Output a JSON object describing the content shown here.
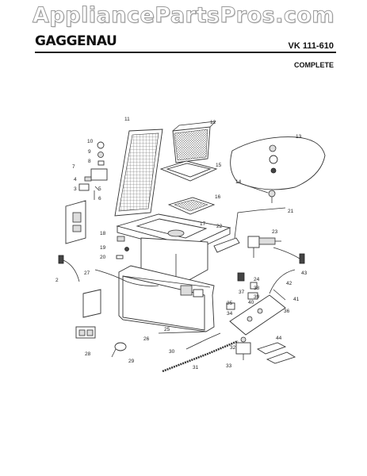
{
  "watermark": "AppliancePartsPros.com",
  "header": {
    "brand": "GAGGENAU",
    "model": "VK 111-610",
    "status": "COMPLETE"
  },
  "diagram": {
    "callouts": [
      "10",
      "9",
      "8",
      "7",
      "4",
      "3",
      "5",
      "6",
      "2",
      "11",
      "12",
      "13",
      "14",
      "15",
      "16",
      "17",
      "18",
      "19",
      "20",
      "21",
      "22",
      "23",
      "24",
      "25",
      "26",
      "27",
      "28",
      "29",
      "30",
      "31",
      "32",
      "33",
      "34",
      "35",
      "36",
      "37",
      "38",
      "39",
      "40",
      "41",
      "42",
      "43",
      "44"
    ]
  }
}
